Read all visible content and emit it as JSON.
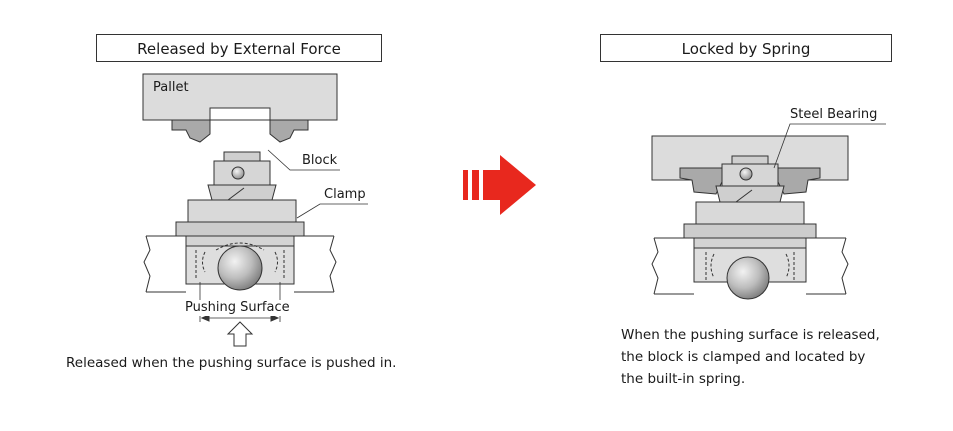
{
  "left": {
    "title": "Released by External Force",
    "labels": {
      "pallet": "Pallet",
      "block": "Block",
      "clamp": "Clamp",
      "pushing_surface": "Pushing Surface"
    },
    "caption": "Released when the pushing surface is pushed in."
  },
  "right": {
    "title": "Locked by Spring",
    "labels": {
      "steel_bearing": "Steel Bearing"
    },
    "caption_lines": [
      "When the pushing surface is released,",
      "the block is clamped and located by",
      "the built-in spring."
    ]
  },
  "colors": {
    "arrow": "#e8281e",
    "part_fill": "#d9d9d9",
    "part_dark": "#a6a6a6",
    "outline": "#333333"
  }
}
